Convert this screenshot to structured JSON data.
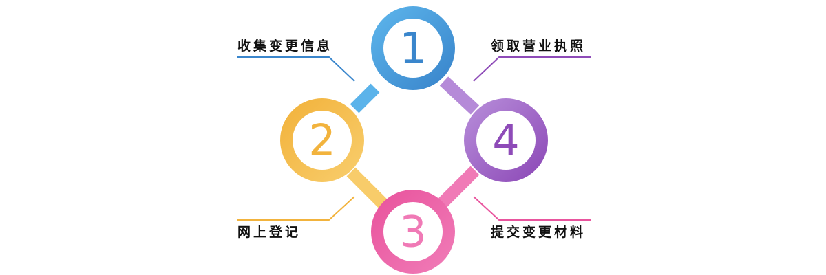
{
  "steps": [
    {
      "number": "1",
      "label": "收集变更信息",
      "color": "#3a86cc",
      "color_light": "#5bb3ea"
    },
    {
      "number": "2",
      "label": "网上登记",
      "color": "#f2b33d",
      "color_light": "#f8cc6a"
    },
    {
      "number": "3",
      "label": "提交变更材料",
      "color": "#e9559e",
      "color_light": "#f07ab6"
    },
    {
      "number": "4",
      "label": "领取营业执照",
      "color": "#8e4bb8",
      "color_light": "#b58ad8"
    }
  ]
}
